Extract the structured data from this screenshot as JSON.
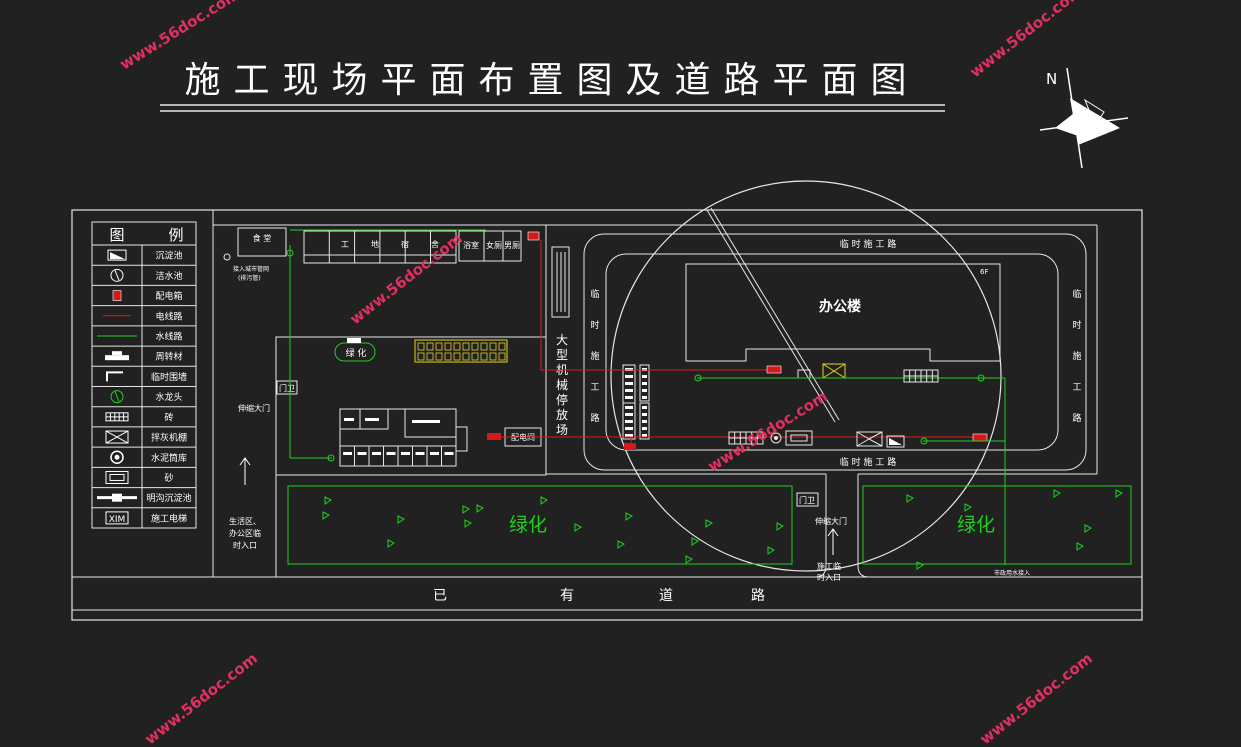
{
  "title": "施工现场平面布置图及道路平面图",
  "compass_label": "N",
  "legend": {
    "title": [
      "图",
      "例"
    ],
    "items": [
      {
        "label": "沉淀池",
        "icon": "sedimentation-tank-icon"
      },
      {
        "label": "洁水池",
        "icon": "clean-water-pool-icon"
      },
      {
        "label": "配电箱",
        "icon": "distribution-box-icon"
      },
      {
        "label": "电线路",
        "icon": "power-line-icon"
      },
      {
        "label": "水线路",
        "icon": "water-line-icon"
      },
      {
        "label": "周转材",
        "icon": "turnover-material-icon"
      },
      {
        "label": "临时围墙",
        "icon": "temporary-wall-icon"
      },
      {
        "label": "水龙头",
        "icon": "faucet-icon"
      },
      {
        "label": "砖",
        "icon": "brick-icon"
      },
      {
        "label": "拌灰机棚",
        "icon": "mortar-mixer-shed-icon"
      },
      {
        "label": "水泥筒库",
        "icon": "cement-silo-icon"
      },
      {
        "label": "砂",
        "icon": "sand-icon"
      },
      {
        "label": "明沟沉淀池",
        "icon": "open-ditch-tank-icon"
      },
      {
        "label": "施工电梯",
        "icon": "construction-elevator-icon"
      }
    ]
  },
  "site": {
    "canteen": "食 堂",
    "dorm": [
      "工",
      "地",
      "宿",
      "舍"
    ],
    "bath": "浴室",
    "toilet_f": "女厕",
    "toilet_m": "男厕",
    "sewer_note_1": "接入城市管网",
    "sewer_note_2": "(排污管)",
    "greening_small": "绿 化",
    "gate_left": "伸缩大门",
    "guard": "门卫",
    "left_entry": [
      "生活区、",
      "办公区临",
      "时入口"
    ],
    "machinery": [
      "大",
      "型",
      "机",
      "械",
      "停",
      "放",
      "场"
    ],
    "power_room": "配电间",
    "road_top": "临 时 施 工 路",
    "road_bottom": "临 时 施 工 路",
    "road_left": [
      "临",
      "时",
      "施",
      "工",
      "路"
    ],
    "road_right": [
      "临",
      "时",
      "施",
      "工",
      "路"
    ],
    "office": "办公楼",
    "floor_mark": "6F",
    "gate_right": "伸缩大门",
    "construction_entry": [
      "施工临",
      "时入口"
    ],
    "greening_1": "绿化",
    "greening_2": "绿化",
    "water_supply": "市政用水接入",
    "existing_road": [
      "已",
      "有",
      "道",
      "路"
    ]
  },
  "watermark": "www.56doc.com",
  "colors": {
    "background": "#212121",
    "line": "#e6e6e6",
    "water": "#1fd01f",
    "power": "#e01919",
    "watermark": "#e03060",
    "yellow": "#e6d21e"
  }
}
